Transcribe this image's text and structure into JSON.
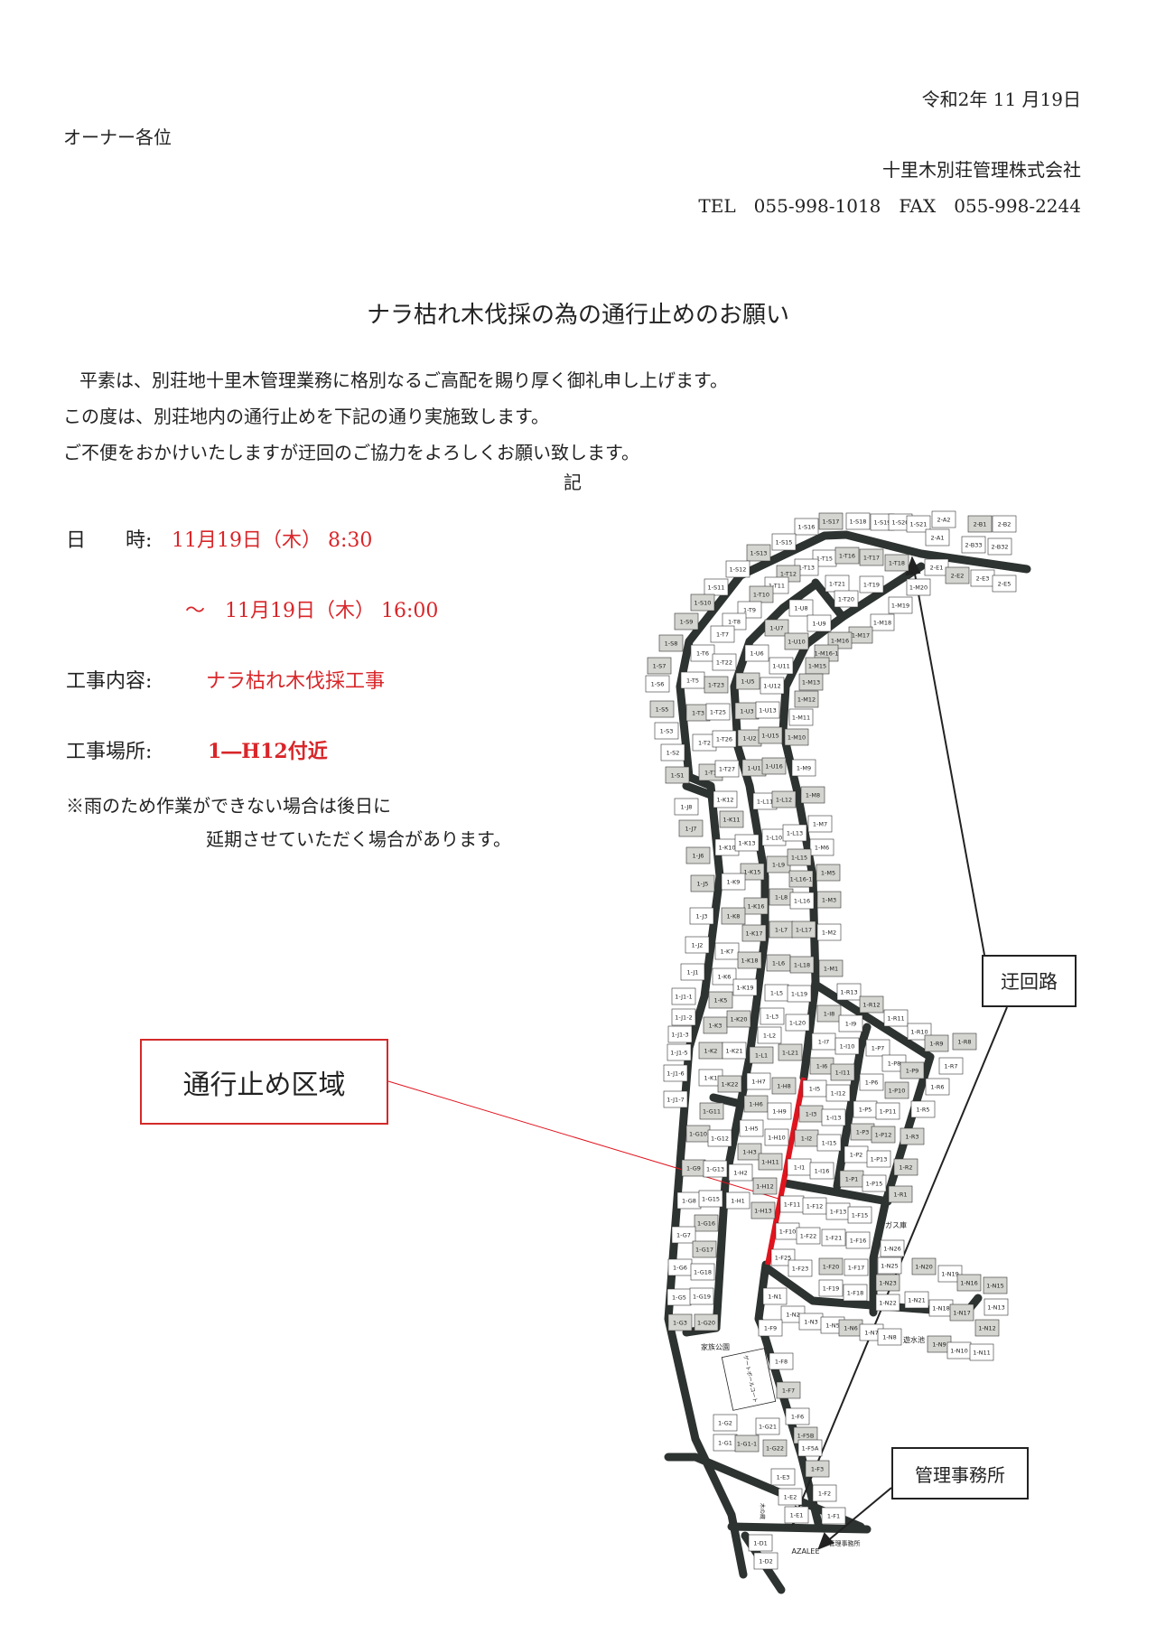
{
  "header": {
    "date": "令和2年 11 月19日",
    "addressee": "オーナー各位",
    "company": "十里木別荘管理株式会社",
    "contact": "TEL　055-998-1018　FAX　055-998-2244"
  },
  "title": "ナラ枯れ木伐採の為の通行止めのお願い",
  "body": [
    "平素は、別荘地十里木管理業務に格別なるご高配を賜り厚く御礼申し上げます。",
    "この度は、別荘地内の通行止めを下記の通り実施致します。",
    "ご不便をおかけいたしますが迂回のご協力をよろしくお願い致します。"
  ],
  "ki": "記",
  "details": {
    "datetime_label": "日　　時:",
    "datetime_start": "11月19日（木） 8:30",
    "datetime_end": "～　11月19日（木） 16:00",
    "content_label": "工事内容:",
    "content_value": "ナラ枯れ木伐採工事",
    "place_label": "工事場所:",
    "place_value": "1―H12付近",
    "note_line1": "※雨のため作業ができない場合は後日に",
    "note_line2": "延期させていただく場合があります。"
  },
  "map": {
    "closed_area_label": "通行止め区域",
    "detour_label": "迂回路",
    "office_label": "管理事務所",
    "places": {
      "family_park": "家族公園",
      "court": "ゲートボールコート",
      "pond": "遊水池",
      "gas_store": "ガス庫",
      "azalee": "AZALEE",
      "office_small": "管理事務所",
      "kinokura": "木の蔵"
    },
    "colors": {
      "road": "#2d3330",
      "closure": "#e0141e",
      "parcel_gray": "#d4d4d0"
    },
    "plots": [
      "1-S17",
      "1-S18",
      "1-S19",
      "1-S20",
      "1-S21",
      "2-A2",
      "2-A1",
      "2-B1",
      "2-B2",
      "2-B33",
      "2-B32",
      "2-E1",
      "2-E2",
      "2-E3",
      "2-E5",
      "1-S16",
      "1-S15",
      "1-S13",
      "1-S12",
      "1-S11",
      "1-S10",
      "1-S9",
      "1-S8",
      "1-S7",
      "1-S6",
      "1-S5",
      "1-S3",
      "1-S2",
      "1-S1",
      "1-T15",
      "1-T16",
      "1-T17",
      "1-T18",
      "1-T13",
      "1-T12",
      "1-T11",
      "1-T10",
      "1-T9",
      "1-T8",
      "1-T7",
      "1-T6",
      "1-T22",
      "1-T5",
      "1-T23",
      "1-T3",
      "1-T25",
      "1-T2",
      "1-T26",
      "1-T1",
      "1-T27",
      "1-T21",
      "1-T19",
      "1-T20",
      "1-U8",
      "1-U9",
      "1-U7",
      "1-U10",
      "1-U6",
      "1-U11",
      "1-U5",
      "1-U12",
      "1-U3",
      "1-U13",
      "1-U2",
      "1-U15",
      "1-U1",
      "1-U16",
      "1-M20",
      "1-M19",
      "1-M18",
      "1-M17",
      "1-M16",
      "1-M16-1",
      "1-M15",
      "1-M13",
      "1-M12",
      "1-M11",
      "1-M10",
      "1-M9",
      "1-J8",
      "1-K12",
      "1-L11",
      "1-L12",
      "1-M8",
      "1-J7",
      "1-K11",
      "1-L10",
      "1-L13",
      "1-M7",
      "1-K10",
      "1-K13",
      "1-M6",
      "1-J6",
      "1-L9",
      "1-L15",
      "1-L16-1",
      "1-K15",
      "1-M5",
      "1-J5",
      "1-K9",
      "1-L8",
      "1-L16",
      "1-M3",
      "1-K16",
      "1-J3",
      "1-K8",
      "1-L7",
      "1-L17",
      "1-K17",
      "1-M2",
      "1-J2",
      "1-K7",
      "1-K18",
      "1-L6",
      "1-L18",
      "1-M1",
      "1-J1",
      "1-K6",
      "1-K19",
      "1-L5",
      "1-L19",
      "1-R13",
      "1-J1-1",
      "1-K5",
      "1-R12",
      "1-R11",
      "1-I8",
      "1-I9",
      "1-J1-2",
      "1-K3",
      "1-K20",
      "1-L3",
      "1-L20",
      "1-R10",
      "1-R9",
      "1-R8",
      "1-J1-3",
      "1-L2",
      "1-I7",
      "1-I10",
      "1-P7",
      "1-J1-5",
      "1-K2",
      "1-K21",
      "1-L1",
      "1-L21",
      "1-I6",
      "1-I11",
      "1-P8",
      "1-P9",
      "1-R7",
      "1-J1-6",
      "1-K1",
      "1-K22",
      "1-H7",
      "1-H8",
      "1-I5",
      "1-I12",
      "1-P6",
      "1-P10",
      "1-R6",
      "1-J1-7",
      "1-H6",
      "1-H9",
      "1-I3",
      "1-I13",
      "1-P5",
      "1-P11",
      "1-R5",
      "1-G11",
      "1-G10",
      "1-G12",
      "1-H5",
      "1-H10",
      "1-I2",
      "1-I15",
      "1-P3",
      "1-P12",
      "1-R3",
      "1-H3",
      "1-H11",
      "1-P2",
      "1-P13",
      "1-G9",
      "1-G13",
      "1-H2",
      "1-I1",
      "1-I16",
      "1-R2",
      "1-P1",
      "1-P15",
      "1-H12",
      "1-R1",
      "1-G8",
      "1-G15",
      "1-H1",
      "1-F11",
      "1-F12",
      "1-F13",
      "1-F15",
      "1-H13",
      "1-G16",
      "1-F10",
      "1-F22",
      "1-F21",
      "1-F16",
      "1-G7",
      "1-N26",
      "1-G17",
      "1-F25",
      "1-F23",
      "1-F20",
      "1-F17",
      "1-N25",
      "1-N20",
      "1-N19",
      "1-N16",
      "1-N15",
      "1-G6",
      "1-G18",
      "1-F19",
      "1-F18",
      "1-N23",
      "1-N22",
      "1-N21",
      "1-N18",
      "1-N17",
      "1-N13",
      "1-G5",
      "1-G19",
      "1-N1",
      "1-N2",
      "1-G3",
      "1-G20",
      "1-F9",
      "1-N3",
      "1-N5",
      "1-N6",
      "1-N7",
      "1-N8",
      "1-N9",
      "1-N10",
      "1-N11",
      "1-N12",
      "1-F8",
      "1-F7",
      "1-F6",
      "1-G2",
      "1-G21",
      "1-F5B",
      "1-G1",
      "1-G1-1",
      "1-G22",
      "1-F5A",
      "1-F3",
      "1-E3",
      "1-E2",
      "1-F2",
      "1-E1",
      "1-F1",
      "1-D1",
      "1-D2"
    ]
  }
}
